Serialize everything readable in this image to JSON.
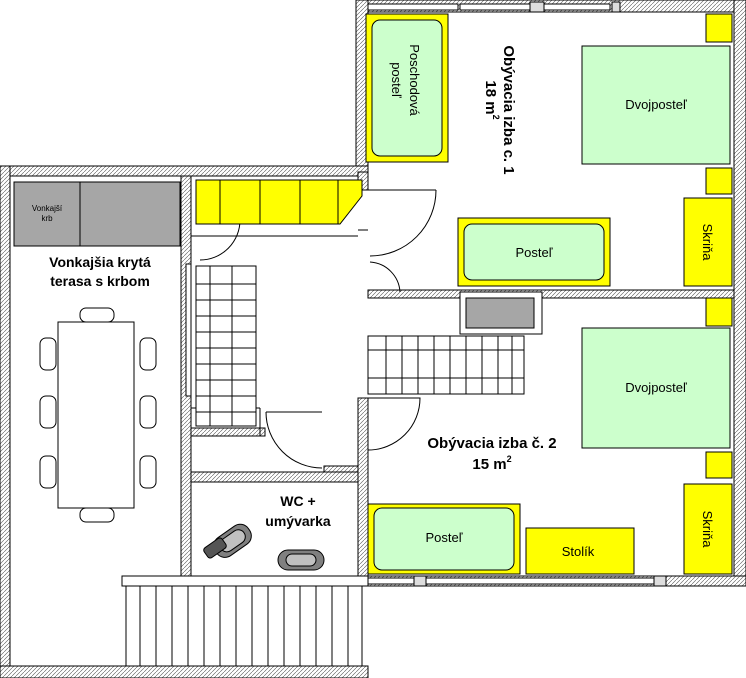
{
  "rooms": {
    "living1": {
      "name": "Obývacia izba c. 1",
      "area": "18 m",
      "sup": "2"
    },
    "living2": {
      "name": "Obývacia izba č. 2",
      "area": "15 m",
      "sup": "2"
    },
    "terrace": {
      "line1": "Vonkajšia krytá",
      "line2": "terasa s krbom"
    },
    "wc": {
      "line1": "WC +",
      "line2": "umývarka"
    }
  },
  "furniture": {
    "bunk_bed": {
      "line1": "Poschodová",
      "line2": "posteľ"
    },
    "double_bed_1": "Dvojposteľ",
    "double_bed_2": "Dvojposteľ",
    "bed_1": "Posteľ",
    "bed_2": "Posteľ",
    "wardrobe_1": "Skriňa",
    "wardrobe_2": "Skriňa",
    "table": "Stolík",
    "fireplace": {
      "line1": "Vonkajší",
      "line2": "krb"
    }
  },
  "colors": {
    "wall": "#000000",
    "bed": "#ccffcc",
    "yellow": "#ffff00",
    "grey": "#a6a6a6"
  }
}
